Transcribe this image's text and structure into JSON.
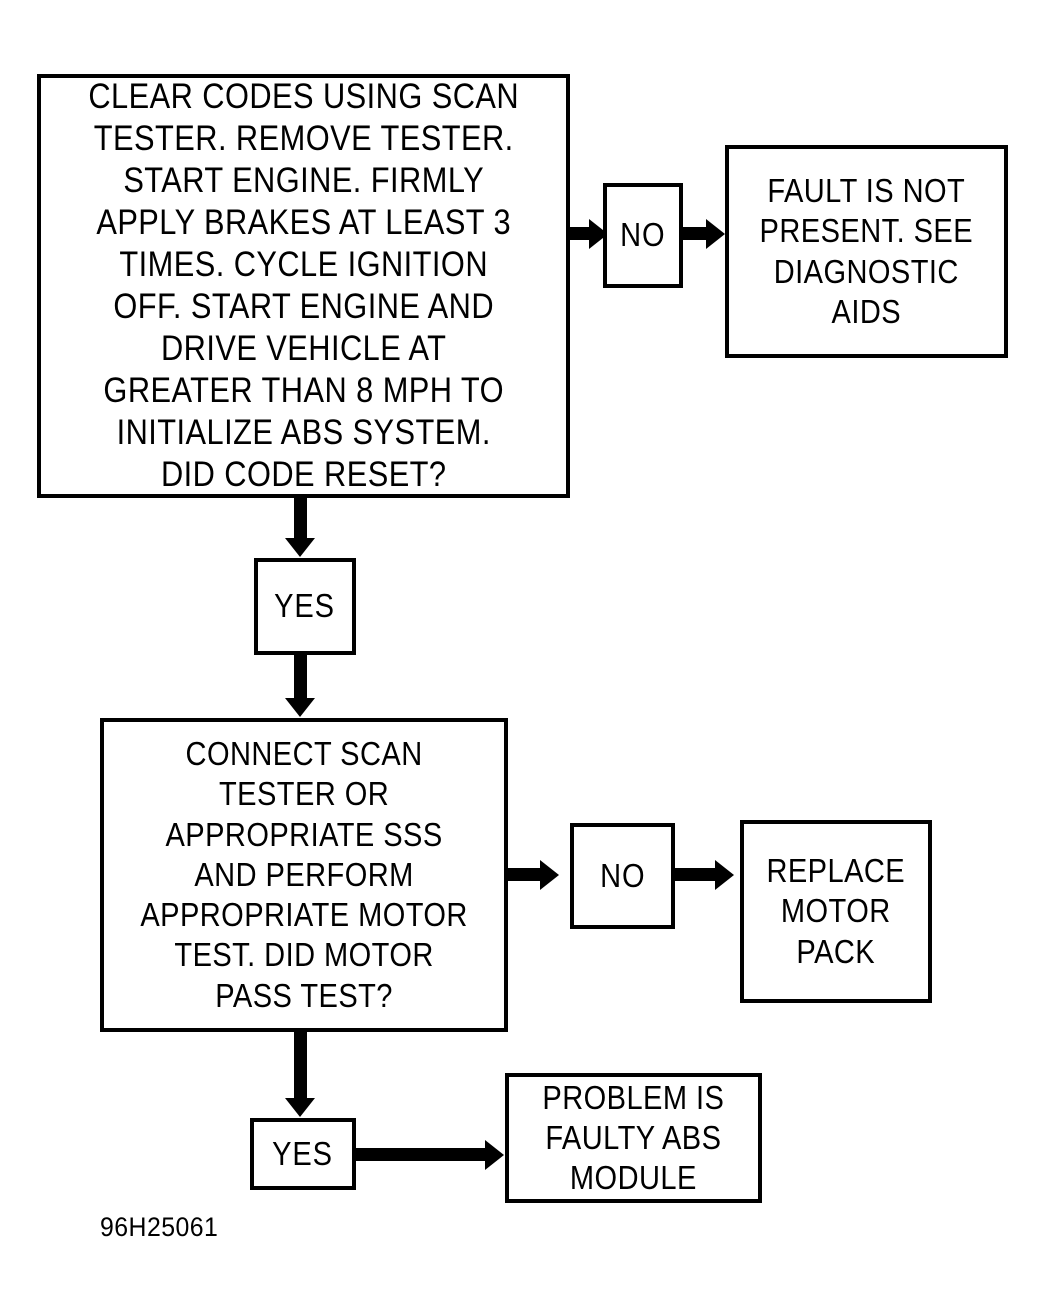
{
  "diagram": {
    "caption": "96H25061",
    "ink_color": "#000000",
    "background_color": "#ffffff",
    "nodes": {
      "step1": {
        "text": "CLEAR CODES USING SCAN\nTESTER. REMOVE TESTER.\nSTART ENGINE. FIRMLY\nAPPLY BRAKES AT LEAST 3\nTIMES. CYCLE IGNITION\nOFF. START ENGINE AND\nDRIVE VEHICLE AT\nGREATER THAN 8 MPH TO\nINITIALIZE ABS SYSTEM.\nDID CODE RESET?"
      },
      "step1_no_label": {
        "text": "NO"
      },
      "step1_no_result": {
        "text": "FAULT IS NOT\nPRESENT. SEE\nDIAGNOSTIC\nAIDS"
      },
      "step1_yes_label": {
        "text": "YES"
      },
      "step2": {
        "text": "CONNECT SCAN\nTESTER OR\nAPPROPRIATE SSS\nAND PERFORM\nAPPROPRIATE MOTOR\nTEST. DID MOTOR\nPASS TEST?"
      },
      "step2_no_label": {
        "text": "NO"
      },
      "step2_no_result": {
        "text": "REPLACE\nMOTOR\nPACK"
      },
      "step2_yes_label": {
        "text": "YES"
      },
      "step2_yes_result": {
        "text": "PROBLEM IS\nFAULTY ABS\nMODULE"
      }
    }
  }
}
